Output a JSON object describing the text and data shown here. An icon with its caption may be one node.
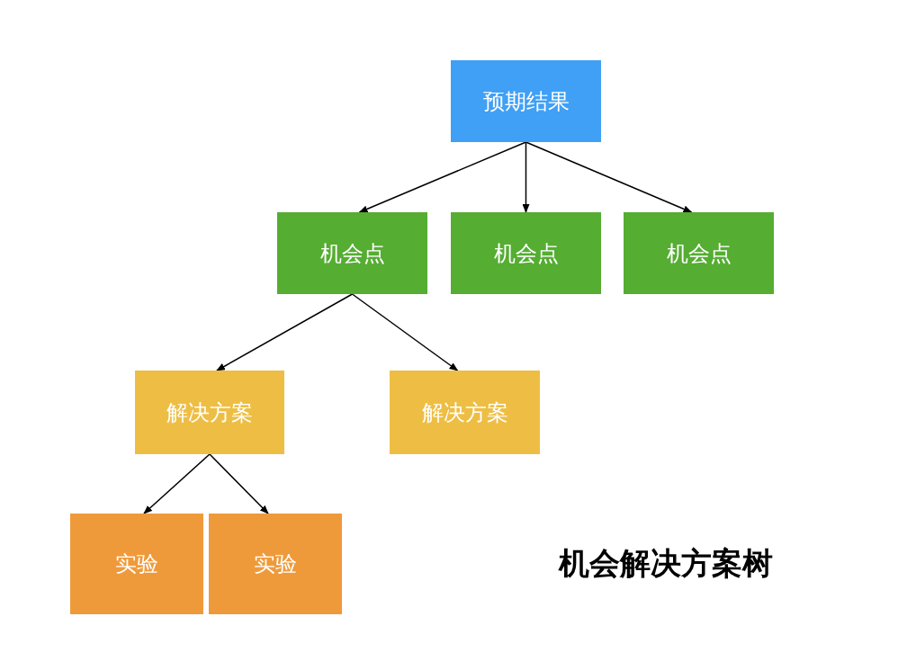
{
  "diagram": {
    "title": "机会解决方案树",
    "nodes": [
      {
        "text": [
          "预期结果"
        ]
      },
      {
        "text": [
          "机会点"
        ]
      },
      {
        "text": [
          "机会点"
        ]
      },
      {
        "text": [
          "机会点"
        ]
      },
      {
        "text": [
          "解决方案"
        ]
      },
      {
        "text": [
          "解决方案"
        ]
      },
      {
        "text": [
          "实验"
        ]
      },
      {
        "text": [
          "实验"
        ]
      }
    ],
    "edges": [
      {
        "from": 0,
        "to": 1,
        "arrow": "to"
      },
      {
        "from": 0,
        "to": 2,
        "arrow": "to"
      },
      {
        "from": 0,
        "to": 3,
        "arrow": "to"
      },
      {
        "from": 1,
        "to": 4,
        "arrow": "to"
      },
      {
        "from": 1,
        "to": 5,
        "arrow": "to"
      },
      {
        "from": 4,
        "to": 6,
        "arrow": "to"
      },
      {
        "from": 4,
        "to": 7,
        "arrow": "to"
      }
    ]
  }
}
